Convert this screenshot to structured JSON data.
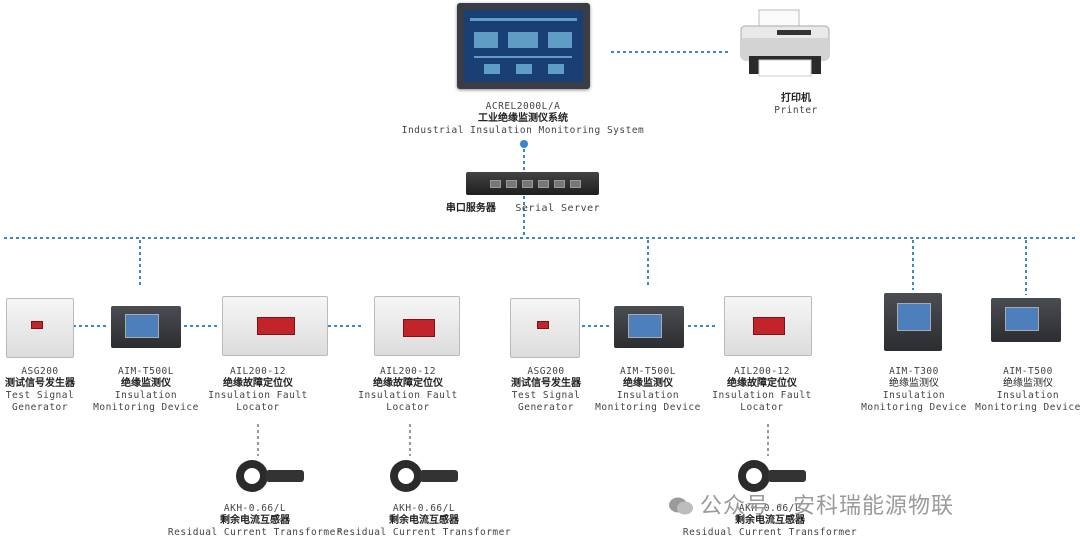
{
  "system": {
    "model": "ACREL2000L/A",
    "name_cn": "工业绝缘监测仪系统",
    "name_en": "Industrial Insulation Monitoring System"
  },
  "printer": {
    "name_cn": "打印机",
    "name_en": "Printer"
  },
  "serial_server": {
    "name_cn": "串口服务器",
    "name_en": "Serial Server"
  },
  "devices": [
    {
      "id": "asg200-1",
      "model": "ASG200",
      "cn": "测试信号发生器",
      "en1": "Test Signal",
      "en2": "Generator"
    },
    {
      "id": "aimt500l-1",
      "model": "AIM-T500L",
      "cn": "绝缘监测仪",
      "en1": "Insulation",
      "en2": "Monitoring Device"
    },
    {
      "id": "ail200-1",
      "model": "AIL200-12",
      "cn": "绝缘故障定位仪",
      "en1": "Insulation Fault",
      "en2": "Locator"
    },
    {
      "id": "ail200-2",
      "model": "AIL200-12",
      "cn": "绝缘故障定位仪",
      "en1": "Insulation Fault",
      "en2": "Locator"
    },
    {
      "id": "asg200-2",
      "model": "ASG200",
      "cn": "测试信号发生器",
      "en1": "Test Signal",
      "en2": "Generator"
    },
    {
      "id": "aimt500l-2",
      "model": "AIM-T500L",
      "cn": "绝缘监测仪",
      "en1": "Insulation",
      "en2": "Monitoring Device"
    },
    {
      "id": "ail200-3",
      "model": "AIL200-12",
      "cn": "绝缘故障定位仪",
      "en1": "Insulation Fault",
      "en2": "Locator"
    },
    {
      "id": "aimt300",
      "model": "AIM-T300",
      "cn": "绝缘监测仪",
      "en1": "Insulation",
      "en2": "Monitoring Device"
    },
    {
      "id": "aimt500",
      "model": "AIM-T500",
      "cn": "绝缘监测仪",
      "en1": "Insulation",
      "en2": "Monitoring Device"
    }
  ],
  "transformers": [
    {
      "model": "AKH-0.66/L",
      "cn": "剩余电流互感器",
      "en": "Residual Current Transformer"
    },
    {
      "model": "AKH-0.66/L",
      "cn": "剩余电流互感器",
      "en": "Residual Current Transformer"
    },
    {
      "model": "AKH-0.66/L",
      "cn": "剩余电流互感器",
      "en": "Residual Current Transformer"
    }
  ],
  "watermark": "公众号 · 安科瑞能源物联",
  "colors": {
    "bus": "#3a86c8",
    "device_red": "#c3242b",
    "screen": "#1a3f74"
  }
}
